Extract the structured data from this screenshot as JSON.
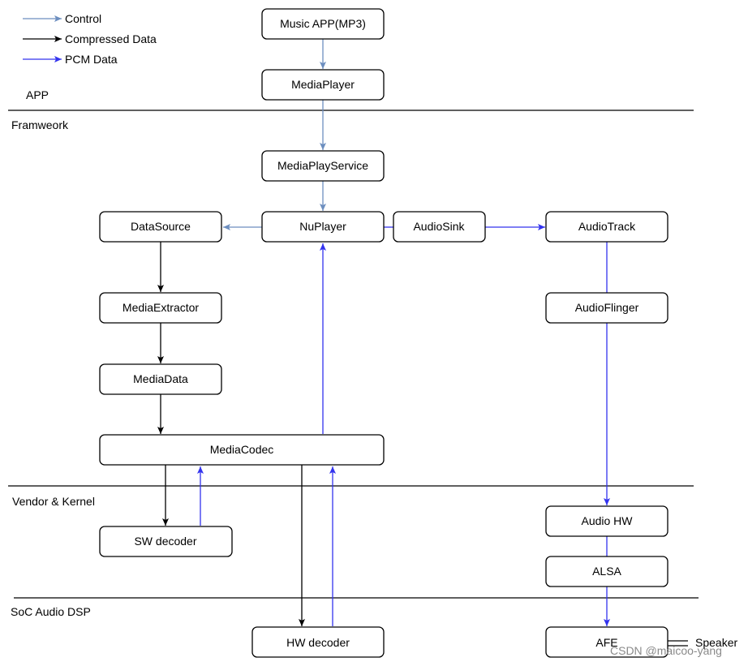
{
  "legend": [
    {
      "label": "Control",
      "color": "#6c8ebf"
    },
    {
      "label": "Compressed Data",
      "color": "#000000"
    },
    {
      "label": "PCM Data",
      "color": "#3333ee"
    }
  ],
  "layers": [
    {
      "id": "app",
      "label": "APP"
    },
    {
      "id": "framework",
      "label": "Framweork"
    },
    {
      "id": "vendor",
      "label": "Vendor & Kernel"
    },
    {
      "id": "soc",
      "label": "SoC Audio DSP"
    }
  ],
  "nodes": [
    {
      "id": "music-app",
      "label": "Music APP(MP3)"
    },
    {
      "id": "media-player",
      "label": "MediaPlayer"
    },
    {
      "id": "media-play-service",
      "label": "MediaPlayService"
    },
    {
      "id": "nu-player",
      "label": "NuPlayer"
    },
    {
      "id": "data-source",
      "label": "DataSource"
    },
    {
      "id": "audio-sink",
      "label": "AudioSink"
    },
    {
      "id": "audio-track",
      "label": "AudioTrack"
    },
    {
      "id": "media-extractor",
      "label": "MediaExtractor"
    },
    {
      "id": "audio-flinger",
      "label": "AudioFlinger"
    },
    {
      "id": "media-data",
      "label": "MediaData"
    },
    {
      "id": "media-codec",
      "label": "MediaCodec"
    },
    {
      "id": "sw-decoder",
      "label": "SW decoder"
    },
    {
      "id": "hw-decoder",
      "label": "HW decoder"
    },
    {
      "id": "audio-hw",
      "label": "Audio HW"
    },
    {
      "id": "alsa",
      "label": "ALSA"
    },
    {
      "id": "afe",
      "label": "AFE"
    }
  ],
  "edges": [
    {
      "from": "music-app",
      "to": "media-player",
      "kind": "control"
    },
    {
      "from": "media-player",
      "to": "media-play-service",
      "kind": "control"
    },
    {
      "from": "media-play-service",
      "to": "nu-player",
      "kind": "control"
    },
    {
      "from": "nu-player",
      "to": "data-source",
      "kind": "control"
    },
    {
      "from": "data-source",
      "to": "media-extractor",
      "kind": "compressed"
    },
    {
      "from": "media-extractor",
      "to": "media-data",
      "kind": "compressed"
    },
    {
      "from": "media-data",
      "to": "media-codec",
      "kind": "compressed"
    },
    {
      "from": "media-codec",
      "to": "sw-decoder",
      "kind": "compressed"
    },
    {
      "from": "sw-decoder",
      "to": "media-codec",
      "kind": "pcm"
    },
    {
      "from": "media-codec",
      "to": "hw-decoder",
      "kind": "compressed"
    },
    {
      "from": "hw-decoder",
      "to": "media-codec",
      "kind": "pcm"
    },
    {
      "from": "media-codec",
      "to": "nu-player",
      "kind": "pcm"
    },
    {
      "from": "nu-player",
      "to": "audio-sink",
      "kind": "pcm"
    },
    {
      "from": "audio-sink",
      "to": "audio-track",
      "kind": "pcm"
    },
    {
      "from": "audio-track",
      "to": "audio-flinger",
      "kind": "pcm"
    },
    {
      "from": "audio-flinger",
      "to": "audio-hw",
      "kind": "pcm"
    },
    {
      "from": "audio-hw",
      "to": "alsa",
      "kind": "pcm"
    },
    {
      "from": "alsa",
      "to": "afe",
      "kind": "pcm"
    },
    {
      "from": "afe",
      "to": "speaker",
      "kind": "output"
    }
  ],
  "speaker_label": "Speaker",
  "watermark": "CSDN @maicoo-yang"
}
